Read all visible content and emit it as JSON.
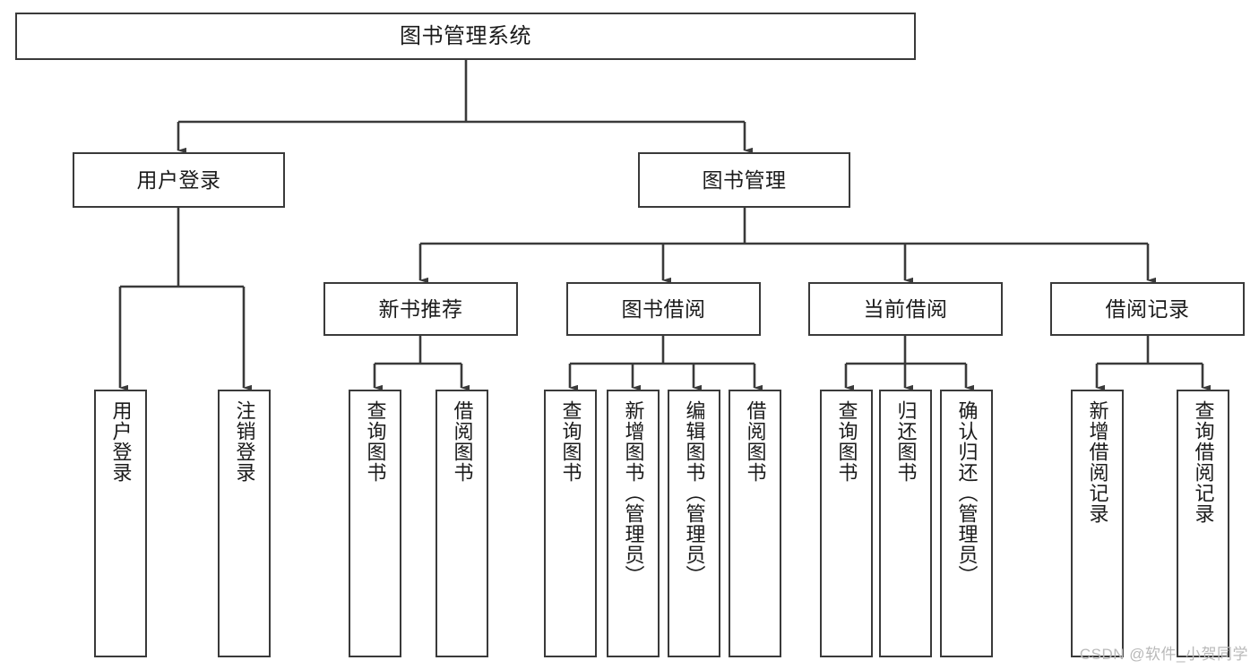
{
  "diagram": {
    "title": "图书管理系统",
    "watermark": "CSDN @软件_小贺同学",
    "line_color": "#3a3a3a",
    "box_fill": "#ffffff",
    "text_color": "#1b1b1b",
    "watermark_color": "#b9b9b9"
  },
  "nodes": {
    "root": {
      "label": "图书管理系统"
    },
    "tier2": [
      {
        "label": "用户登录"
      },
      {
        "label": "图书管理"
      }
    ],
    "tier3": [
      {
        "label": "新书推荐"
      },
      {
        "label": "图书借阅"
      },
      {
        "label": "当前借阅"
      },
      {
        "label": "借阅记录"
      }
    ],
    "leaves": [
      {
        "label": "用户登录"
      },
      {
        "label": "注销登录"
      },
      {
        "label": "查询图书"
      },
      {
        "label": "借阅图书"
      },
      {
        "label": "查询图书"
      },
      {
        "label": "新增图书（管理员）"
      },
      {
        "label": "编辑图书（管理员）"
      },
      {
        "label": "借阅图书"
      },
      {
        "label": "查询图书"
      },
      {
        "label": "归还图书"
      },
      {
        "label": "确认归还（管理员）"
      },
      {
        "label": "新增借阅记录"
      },
      {
        "label": "查询借阅记录"
      }
    ]
  },
  "hierarchy": {
    "图书管理系统": [
      "用户登录",
      "图书管理"
    ],
    "用户登录": [
      "用户登录",
      "注销登录"
    ],
    "图书管理": [
      "新书推荐",
      "图书借阅",
      "当前借阅",
      "借阅记录"
    ],
    "新书推荐": [
      "查询图书",
      "借阅图书"
    ],
    "图书借阅": [
      "查询图书",
      "新增图书（管理员）",
      "编辑图书（管理员）",
      "借阅图书"
    ],
    "当前借阅": [
      "查询图书",
      "归还图书",
      "确认归还（管理员）"
    ],
    "借阅记录": [
      "新增借阅记录",
      "查询借阅记录"
    ]
  }
}
